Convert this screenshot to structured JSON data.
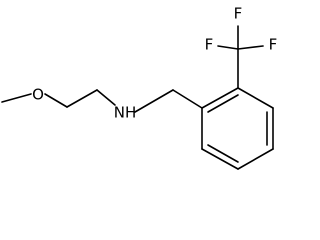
{
  "molecule": {
    "atoms": {
      "oxygen": "O",
      "nitrogen": "NH",
      "fluorine_top": "F",
      "fluorine_left": "F",
      "fluorine_right": "F"
    }
  },
  "colors": {
    "ink": "#000000",
    "background": "#ffffff"
  }
}
